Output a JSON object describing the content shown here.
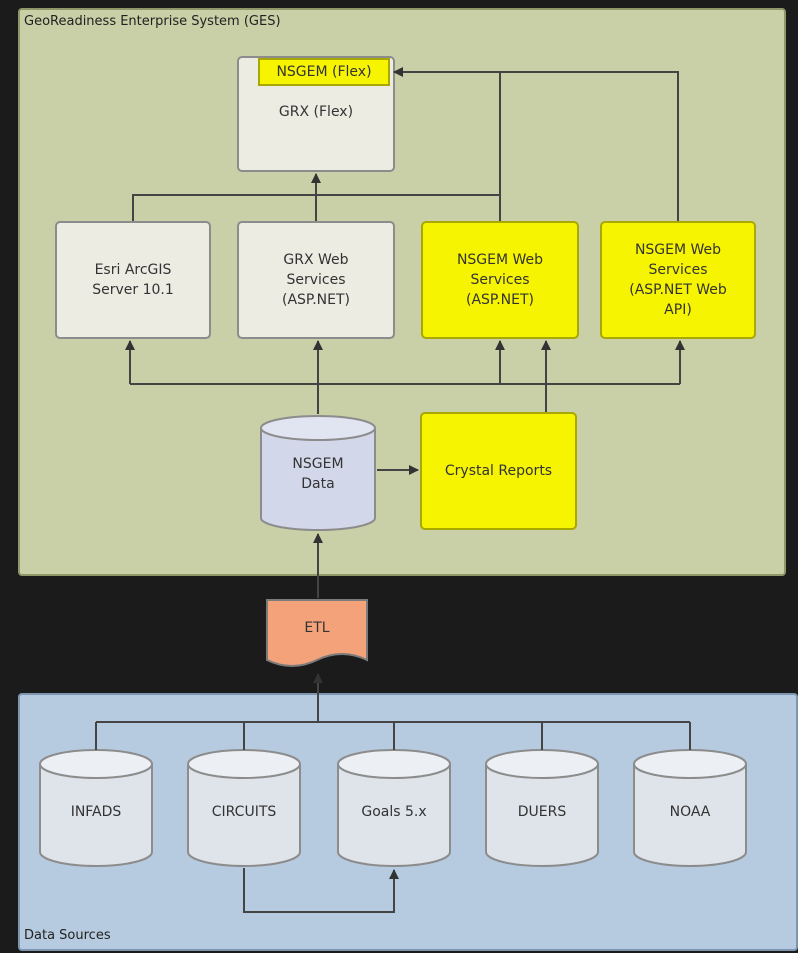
{
  "panels": {
    "ges_title": "GeoReadiness Enterprise System (GES)",
    "data_sources_title": "Data Sources"
  },
  "nodes": {
    "grx_flex": "GRX (Flex)",
    "nsgem_flex": "NSGEM (Flex)",
    "esri": "Esri ArcGIS\nServer 10.1",
    "grx_web": "GRX Web\nServices\n(ASP.NET)",
    "nsgem_web": "NSGEM Web\nServices\n(ASP.NET)",
    "nsgem_webapi": "NSGEM Web\nServices\n(ASP.NET Web\nAPI)",
    "nsgem_data": "NSGEM\nData",
    "crystal": "Crystal Reports",
    "etl": "ETL"
  },
  "sources": [
    "INFADS",
    "CIRCUITS",
    "Goals 5.x",
    "DUERS",
    "NOAA"
  ],
  "colors": {
    "ges_bg": "#c9cfa6",
    "data_sources_bg": "#b7cbe0",
    "highlight": "#f6f400",
    "etl": "#f4a27a"
  }
}
